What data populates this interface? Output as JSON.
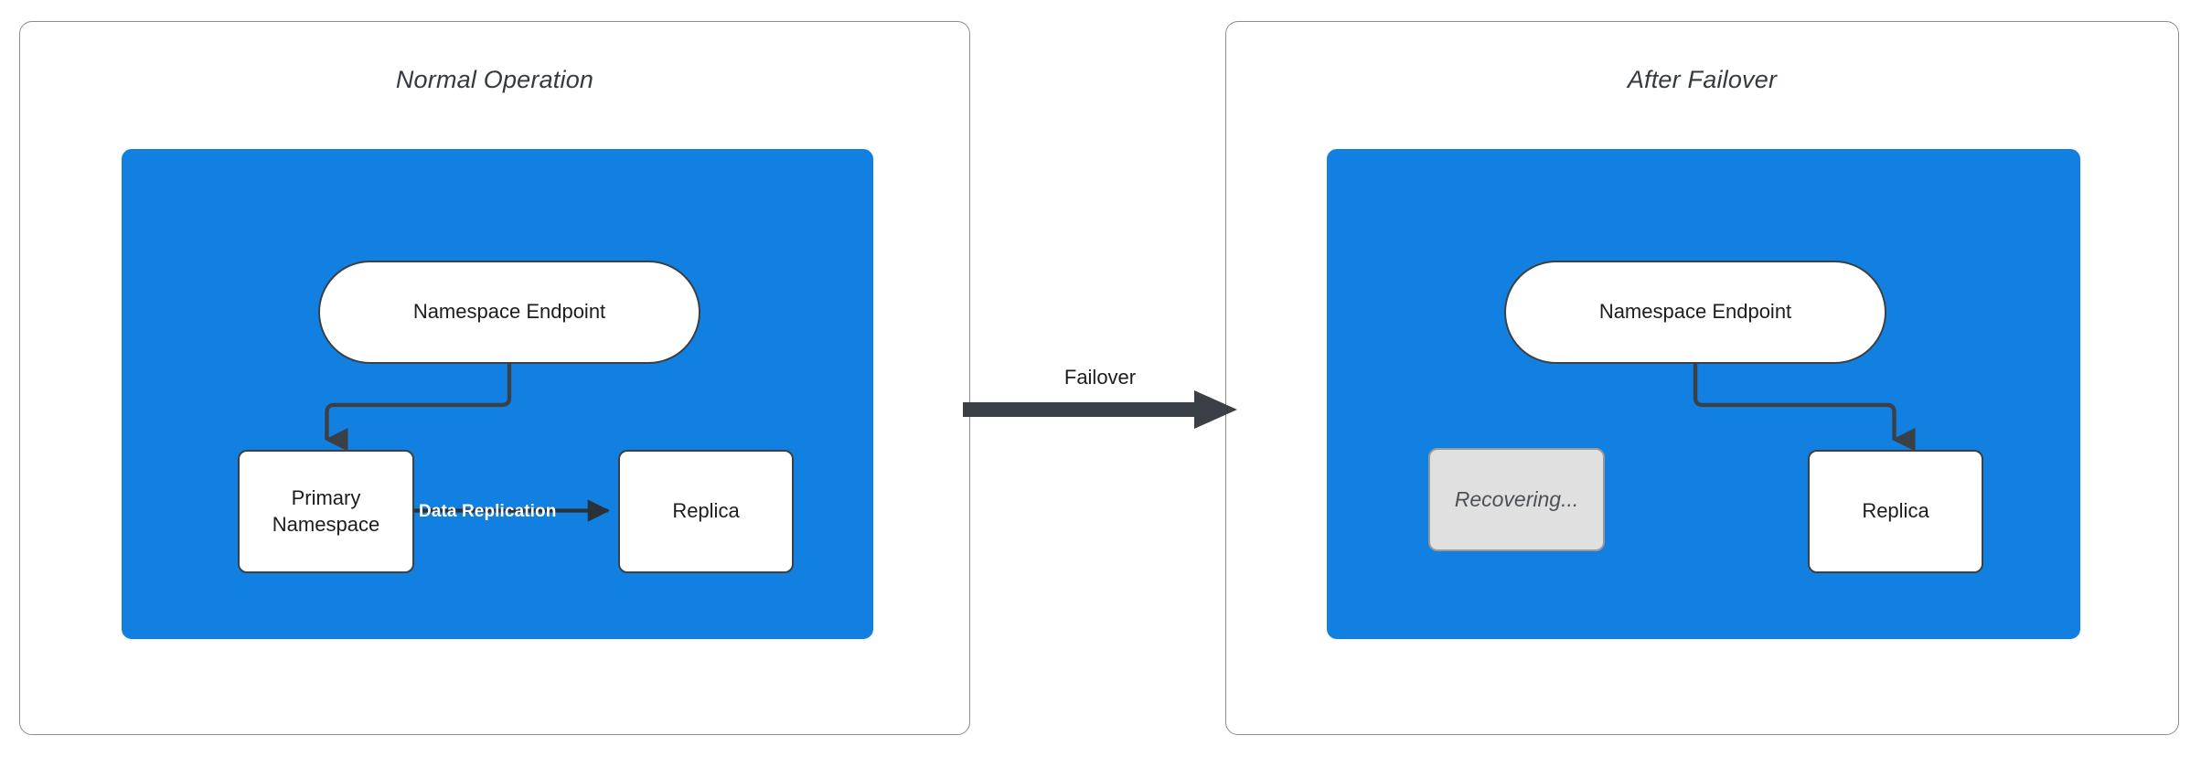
{
  "diagram": {
    "title_normal": "Normal Operation",
    "title_failover": "After Failover",
    "accent_blue": "#1180e0",
    "stroke_dark": "#3b4047",
    "muted_gray": "#e0e0e0",
    "panel_border": "#8d8d8d",
    "text_dark": "#1d1d1d"
  },
  "panels": [
    {
      "id": "normal-operation",
      "title": "Normal Operation",
      "cluster": {
        "color": "#1180e0",
        "nodes": [
          {
            "id": "namespace-endpoint",
            "label": "Namespace Endpoint",
            "shape": "pill",
            "fill": "#ffffff"
          },
          {
            "id": "primary-namespace",
            "label": "Primary\nNamespace",
            "shape": "box",
            "fill": "#ffffff"
          },
          {
            "id": "replica",
            "label": "Replica",
            "shape": "box",
            "fill": "#ffffff"
          }
        ],
        "edges": [
          {
            "from": "namespace-endpoint",
            "to": "primary-namespace",
            "label": "",
            "style": "elbow-arrow"
          },
          {
            "from": "primary-namespace",
            "to": "replica",
            "label": "Data Replication",
            "style": "straight-arrow"
          }
        ]
      }
    },
    {
      "id": "after-failover",
      "title": "After Failover",
      "cluster": {
        "color": "#1180e0",
        "nodes": [
          {
            "id": "namespace-endpoint",
            "label": "Namespace Endpoint",
            "shape": "pill",
            "fill": "#ffffff"
          },
          {
            "id": "recovering",
            "label": "Recovering...",
            "shape": "box",
            "fill": "#e0e0e0",
            "state": "disabled"
          },
          {
            "id": "replica",
            "label": "Replica",
            "shape": "box",
            "fill": "#ffffff"
          }
        ],
        "edges": [
          {
            "from": "namespace-endpoint",
            "to": "replica",
            "label": "",
            "style": "elbow-arrow"
          }
        ]
      }
    }
  ],
  "transition": {
    "label": "Failover",
    "direction": "left-to-right",
    "color": "#3b4047"
  },
  "labels": {
    "namespace_endpoint": "Namespace Endpoint",
    "primary_namespace_line1": "Primary",
    "primary_namespace_line2": "Namespace",
    "replica": "Replica",
    "recovering": "Recovering...",
    "data_replication": "Data Replication",
    "failover": "Failover"
  }
}
